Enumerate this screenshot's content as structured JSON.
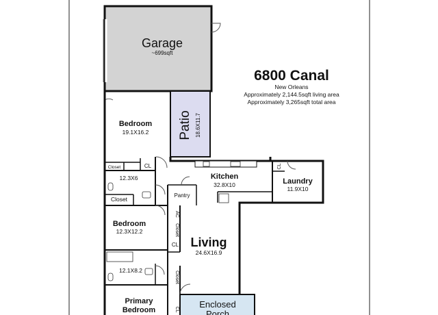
{
  "header": {
    "title": "6800 Canal",
    "city": "New Orleans",
    "living_area": "Approximately 2,144.5sqft living area",
    "total_area": "Approximately 3,265sqft total area"
  },
  "rooms": {
    "garage": {
      "name": "Garage",
      "size": "~699sqft"
    },
    "patio": {
      "name": "Patio",
      "size": "18.6X11.7"
    },
    "bedroom_top": {
      "name": "Bedroom",
      "size": "19.1X16.2"
    },
    "closet_small": {
      "name": "Closet"
    },
    "cl_top": {
      "name": "CL"
    },
    "bath_top": {
      "size": "12.3X6"
    },
    "closet_bath": {
      "name": "Closet"
    },
    "kitchen": {
      "name": "Kitchen",
      "size": "32.8X10"
    },
    "pantry": {
      "name": "Pantry"
    },
    "laundry": {
      "name": "Laundry",
      "size": "11.9X10",
      "cl": "CL"
    },
    "bedroom_mid": {
      "name": "Bedroom",
      "size": "12.3X12.2"
    },
    "ac": {
      "name": "AC"
    },
    "closet_hall": {
      "name": "Closet"
    },
    "cl_hall": {
      "name": "CL"
    },
    "living": {
      "name": "Living",
      "size": "24.6X16.9"
    },
    "bath_mid": {
      "size": "12.1X8.2"
    },
    "closet_low": {
      "name": "Closet"
    },
    "primary_bedroom": {
      "name": "Primary",
      "name2": "Bedroom"
    },
    "enclosed_porch": {
      "name": "Enclosed",
      "name2": "Porch"
    },
    "cl_low": {
      "name": "CL"
    }
  },
  "colors": {
    "garage_fill": "#d3d3d3",
    "patio_fill": "#dcdcf0",
    "porch_fill": "#d6e6f2",
    "wall": "#111111"
  }
}
